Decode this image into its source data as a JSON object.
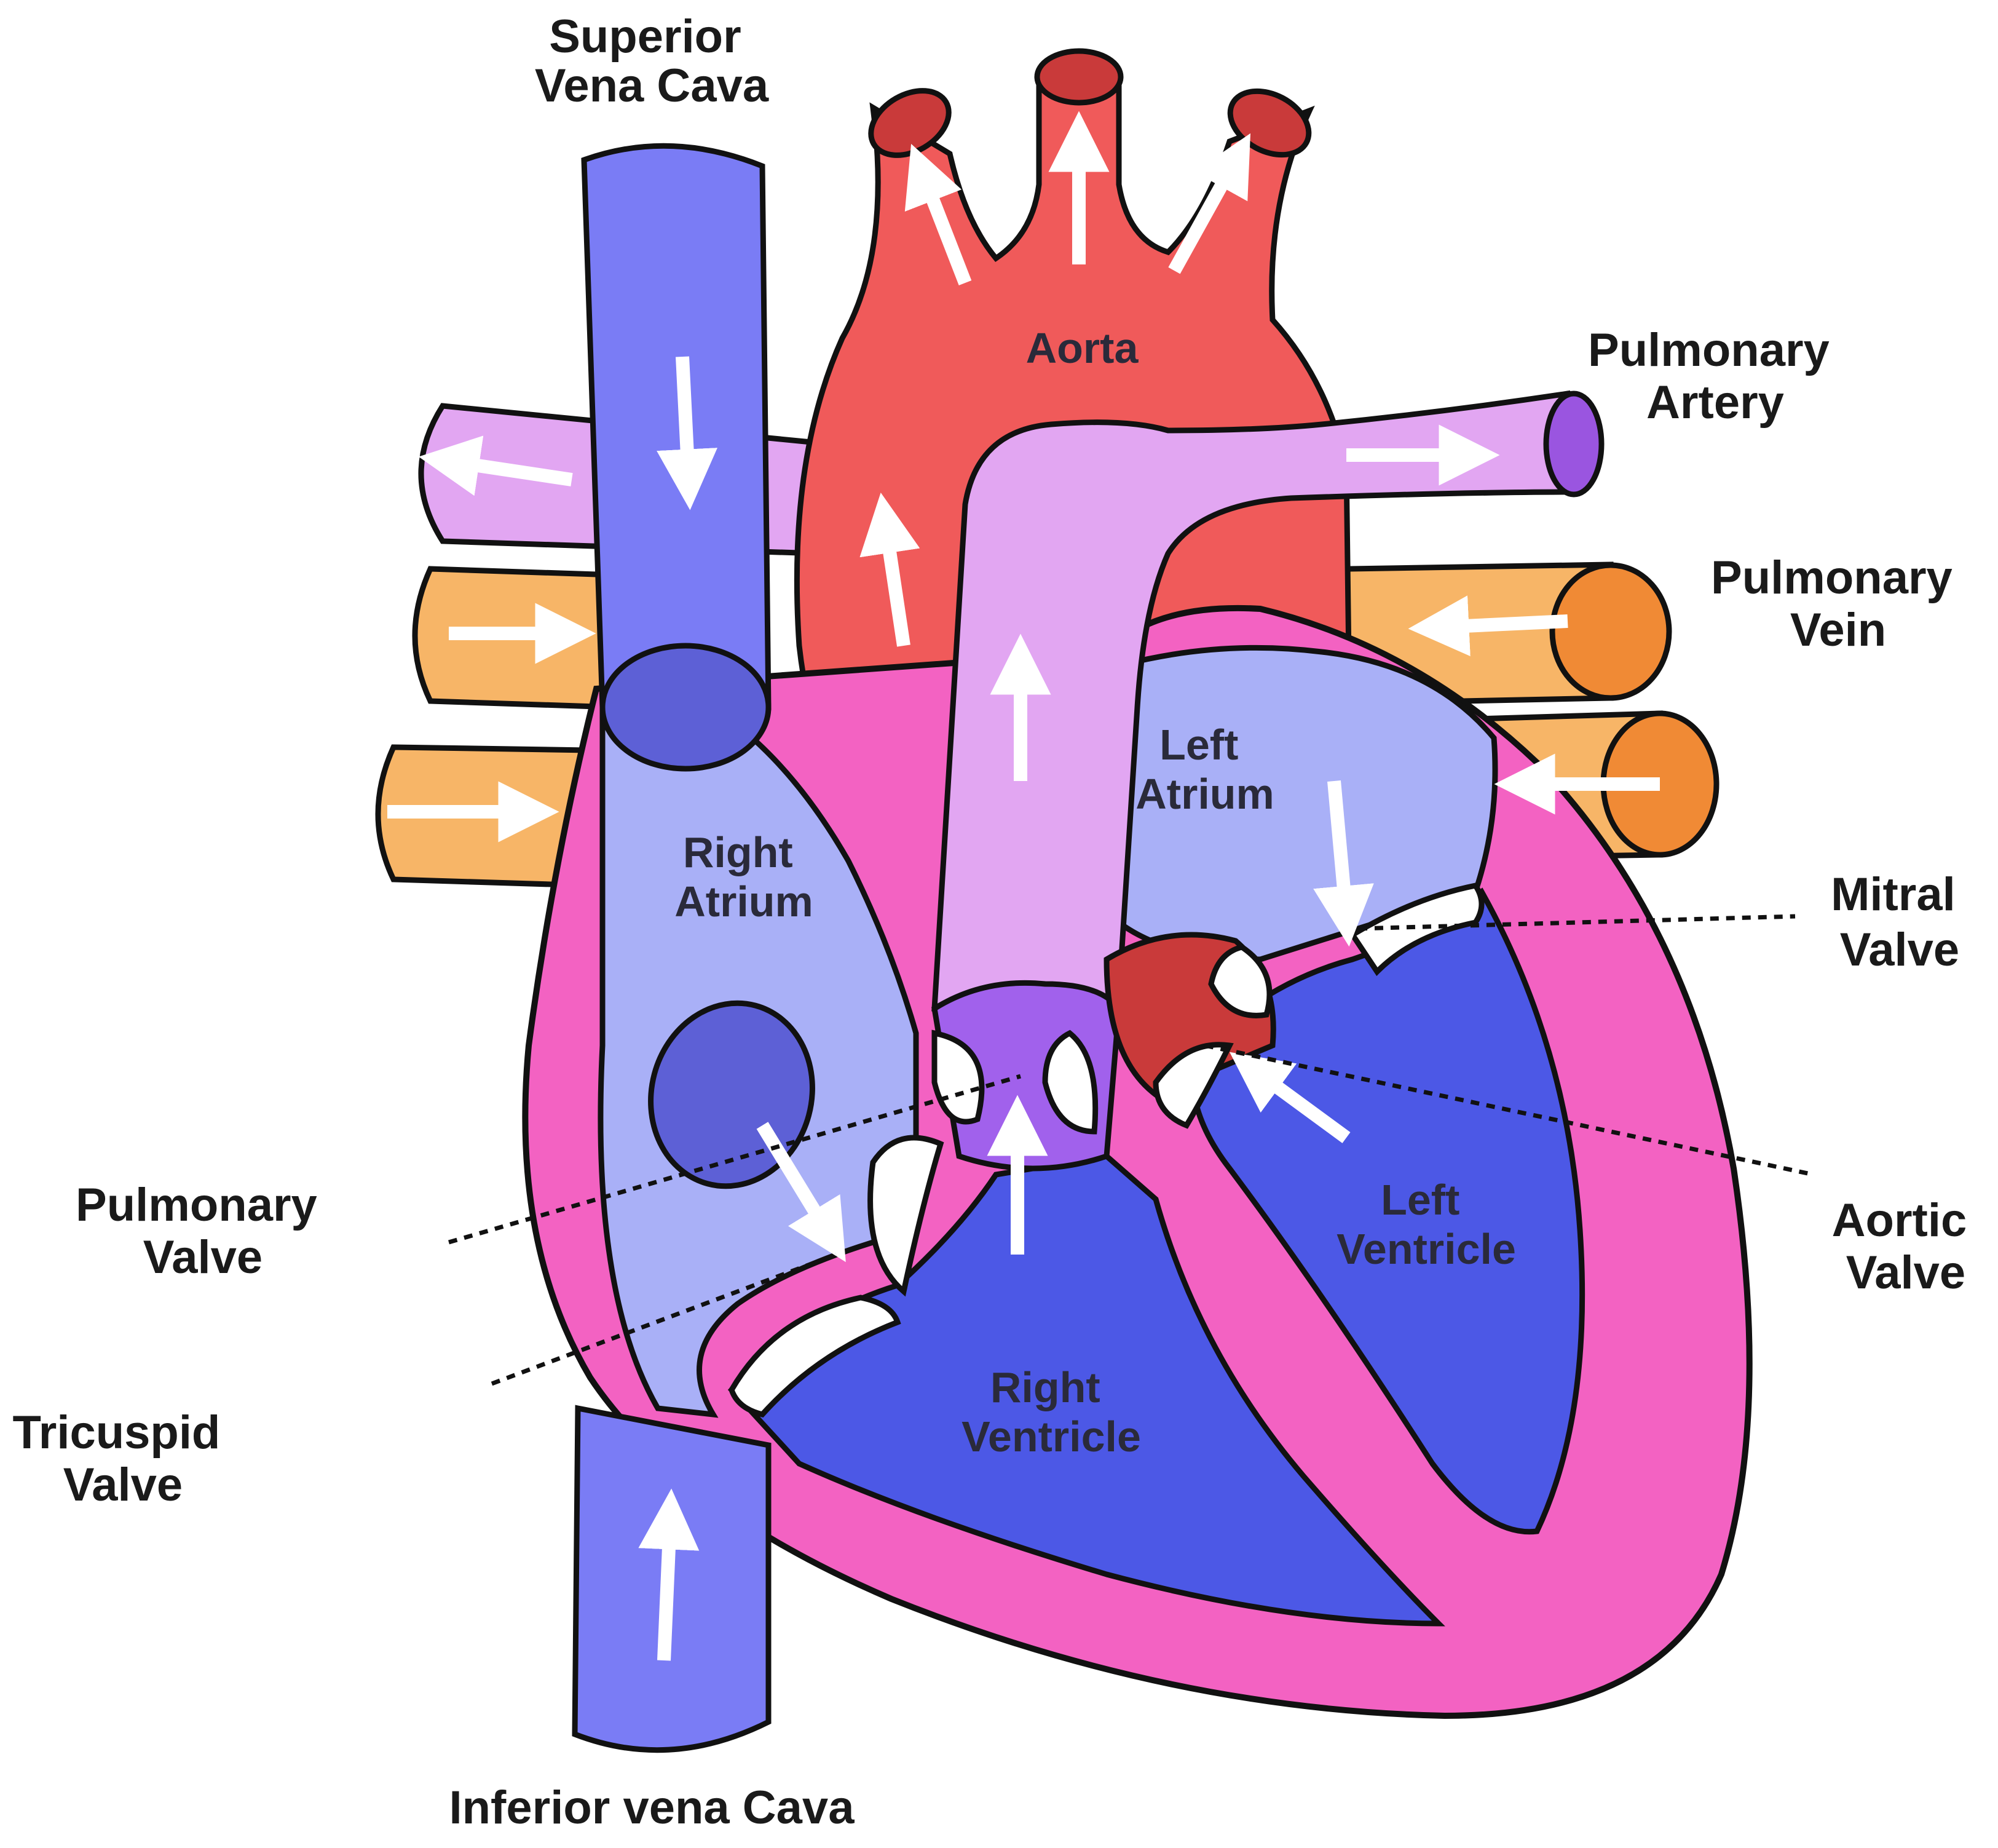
{
  "labels": {
    "superior_vena_cava": [
      "Superior",
      "Vena Cava"
    ],
    "aorta": [
      "Aorta"
    ],
    "pulmonary_artery": [
      "Pulmonary",
      "Artery"
    ],
    "pulmonary_vein": [
      "Pulmonary",
      "Vein"
    ],
    "left_atrium": [
      "Left",
      "Atrium"
    ],
    "right_atrium": [
      "Right",
      "Atrium"
    ],
    "mitral_valve": [
      "Mitral",
      "Valve"
    ],
    "pulmonary_valve": [
      "Pulmonary",
      "Valve"
    ],
    "aortic_valve": [
      "Aortic",
      "Valve"
    ],
    "left_ventricle": [
      "Left",
      "Ventricle"
    ],
    "tricuspid_valve": [
      "Tricuspid",
      "Valve"
    ],
    "right_ventricle": [
      "Right",
      "Ventricle"
    ],
    "inferior_vena_cava": [
      "Inferior vena Cava"
    ]
  },
  "colors": {
    "vena_cava": "#7a7cf5",
    "vena_cava_dark": "#5d60d6",
    "aorta": "#f05a5a",
    "aorta_dark": "#c93a3a",
    "pulmonary_artery": "#e2a6f2",
    "pulmonary_artery_end": "#9a55e0",
    "pulmonary_vein": "#f7b567",
    "pulmonary_vein_end": "#f08a35",
    "atrium": "#a9b0f7",
    "ventricle": "#4c58e6",
    "myocardium": "#f362c2",
    "outline": "#111111",
    "arrow": "#ffffff"
  }
}
